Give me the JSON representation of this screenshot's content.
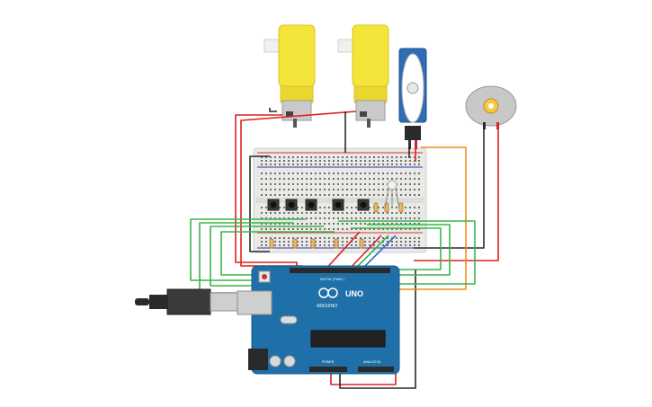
{
  "components": {
    "motor_1": {
      "type": "geared-dc-motor",
      "color": "#f5e43a"
    },
    "motor_2": {
      "type": "geared-dc-motor",
      "color": "#f5e43a"
    },
    "servo": {
      "type": "micro-servo",
      "color": "#2f6db5"
    },
    "dc_motor": {
      "type": "dc-motor",
      "color": "#c8c8c8"
    },
    "breadboard": {
      "type": "half-breadboard",
      "color": "#e9e9e6"
    },
    "pushbuttons": {
      "count": 5
    },
    "arduino": {
      "type": "arduino-uno",
      "color": "#1f6fa8",
      "brand": "ARDUINO",
      "model": "UNO",
      "header_digital": "DIGITAL (PWM~)",
      "header_power": "POWER",
      "header_analog": "ANALOG IN"
    },
    "usb_cable": {
      "type": "usb-b-cable",
      "color": "#2b2b2b"
    }
  },
  "wire_colors": {
    "red": "#e02020",
    "black": "#2a2a2a",
    "green": "#39b54a",
    "orange": "#f08c1e",
    "blue": "#2f6fd0"
  }
}
